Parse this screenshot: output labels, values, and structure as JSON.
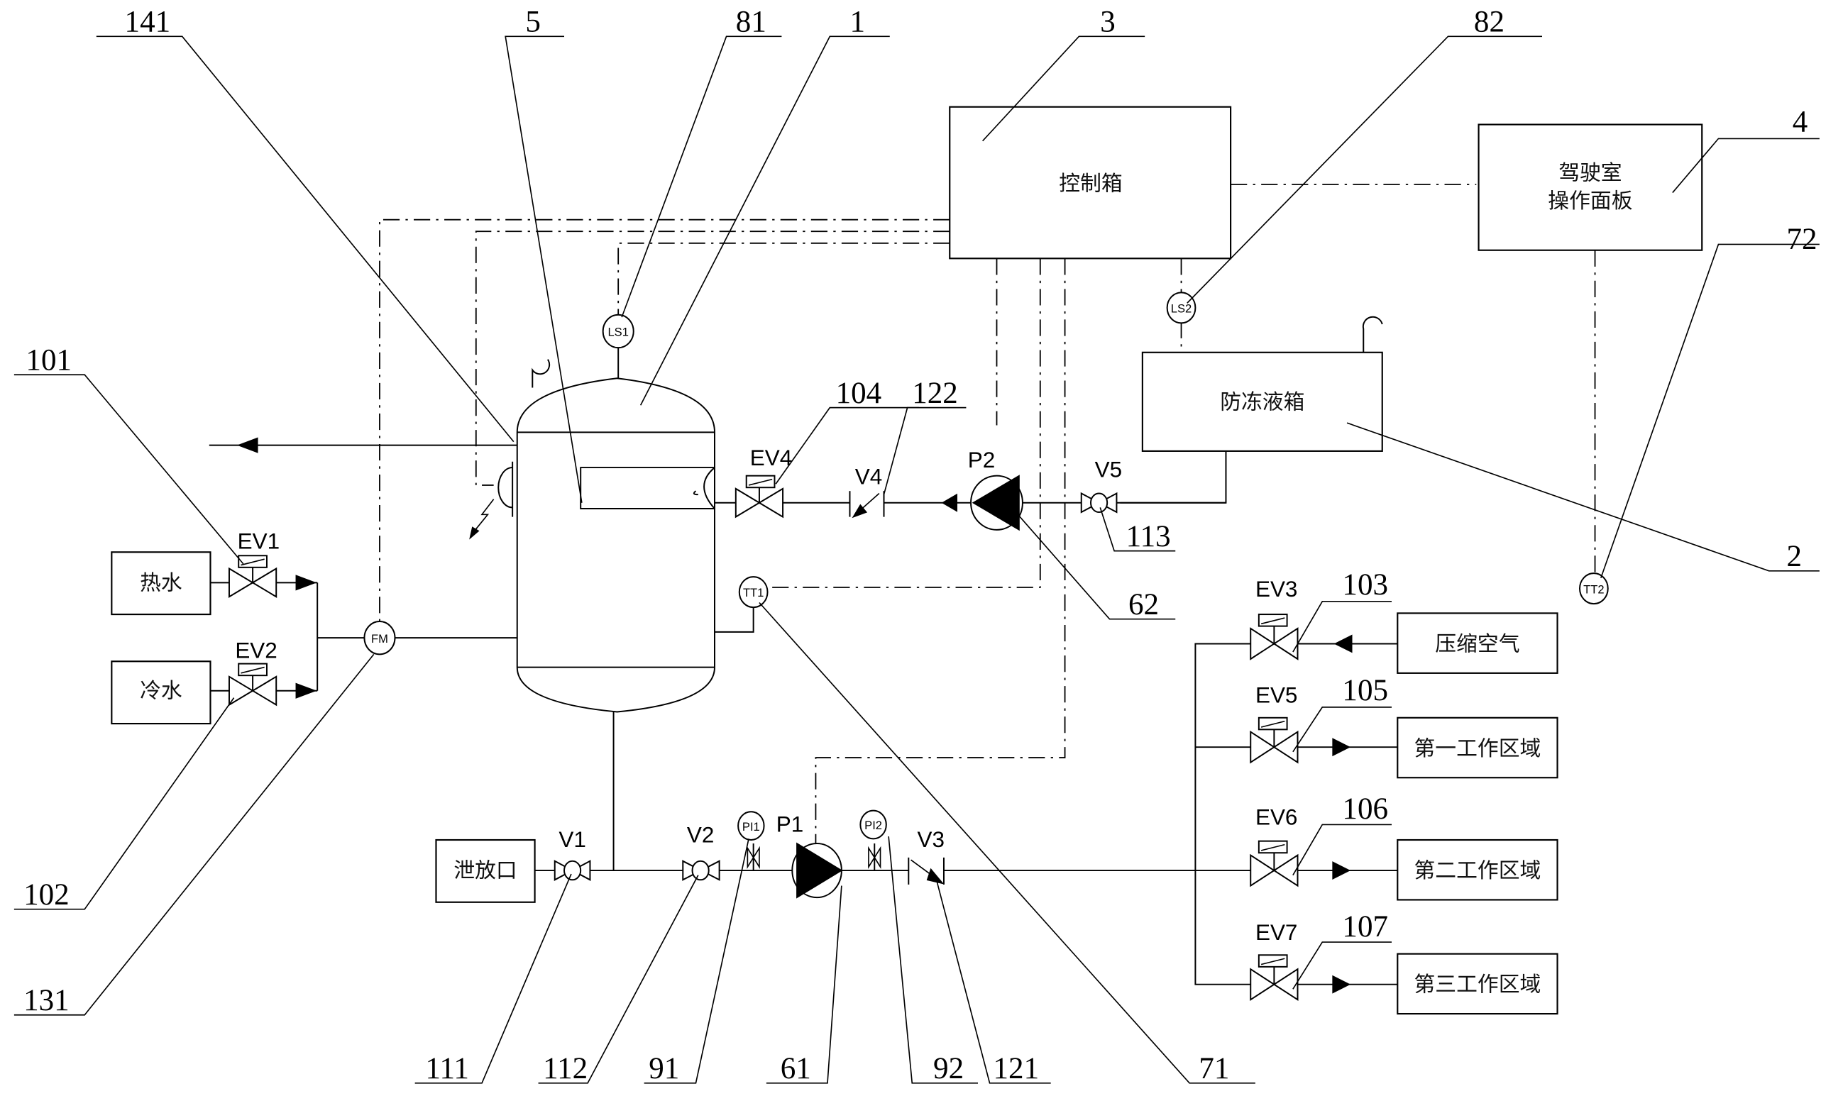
{
  "diagram": {
    "boxes": {
      "control_box": "控制箱",
      "cab_panel_line1": "驾驶室",
      "cab_panel_line2": "操作面板",
      "antifreeze_tank": "防冻液箱",
      "hot_water": "热水",
      "cold_water": "冷水",
      "drain": "泄放口",
      "compressed_air": "压缩空气",
      "work_zone_1": "第一工作区域",
      "work_zone_2": "第二工作区域",
      "work_zone_3": "第三工作区域"
    },
    "valves": {
      "ev1": "EV1",
      "ev2": "EV2",
      "ev3": "EV3",
      "ev4": "EV4",
      "ev5": "EV5",
      "ev6": "EV6",
      "ev7": "EV7",
      "v1": "V1",
      "v2": "V2",
      "v3": "V3",
      "v4": "V4",
      "v5": "V5"
    },
    "pumps": {
      "p1": "P1",
      "p2": "P2"
    },
    "instruments": {
      "ls1": "LS1",
      "ls2": "LS2",
      "tt1": "TT1",
      "tt2": "TT2",
      "fm": "FM",
      "pi1": "PI1",
      "pi2": "PI2"
    },
    "callouts": {
      "c141": "141",
      "c5": "5",
      "c81": "81",
      "c1": "1",
      "c3": "3",
      "c82": "82",
      "c4": "4",
      "c72": "72",
      "c101": "101",
      "c104": "104",
      "c122": "122",
      "c113": "113",
      "c2": "2",
      "c62": "62",
      "c103": "103",
      "c105": "105",
      "c106": "106",
      "c107": "107",
      "c102": "102",
      "c131": "131",
      "c111": "111",
      "c112": "112",
      "c91": "91",
      "c61": "61",
      "c92": "92",
      "c121": "121",
      "c71": "71"
    }
  }
}
